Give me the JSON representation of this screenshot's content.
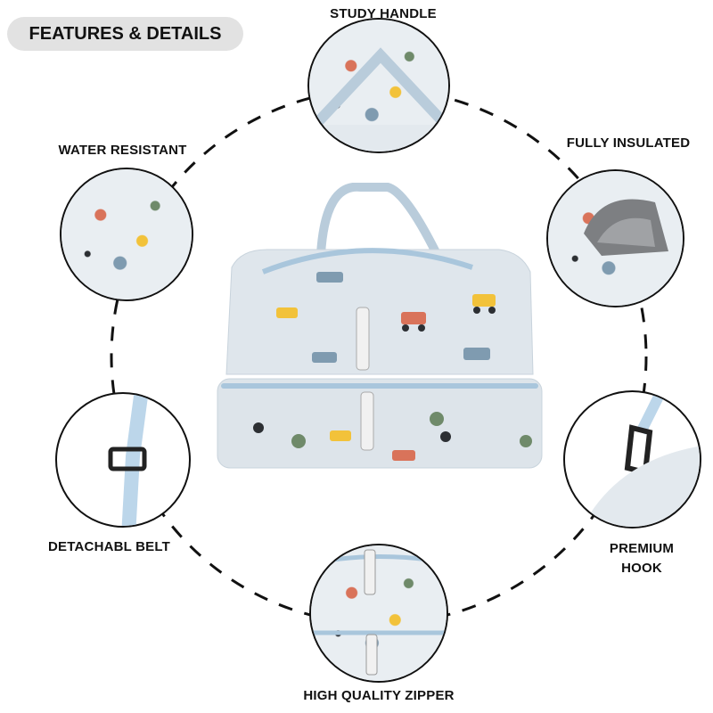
{
  "header": {
    "title": "FEATURES & DETAILS"
  },
  "features": [
    {
      "id": "handle",
      "label": "STUDY HANDLE"
    },
    {
      "id": "water",
      "label": "WATER RESISTANT"
    },
    {
      "id": "insulated",
      "label": "FULLY INSULATED"
    },
    {
      "id": "belt",
      "label": "DETACHABL BELT"
    },
    {
      "id": "hook",
      "label": "PREMIUM HOOK"
    },
    {
      "id": "zipper",
      "label": "HIGH QUALITY ZIPPER"
    }
  ],
  "colors": {
    "bag": "#dfe6ec",
    "trim": "#a9c6dc",
    "outline": "#111111",
    "pill": "#e2e2e2"
  }
}
